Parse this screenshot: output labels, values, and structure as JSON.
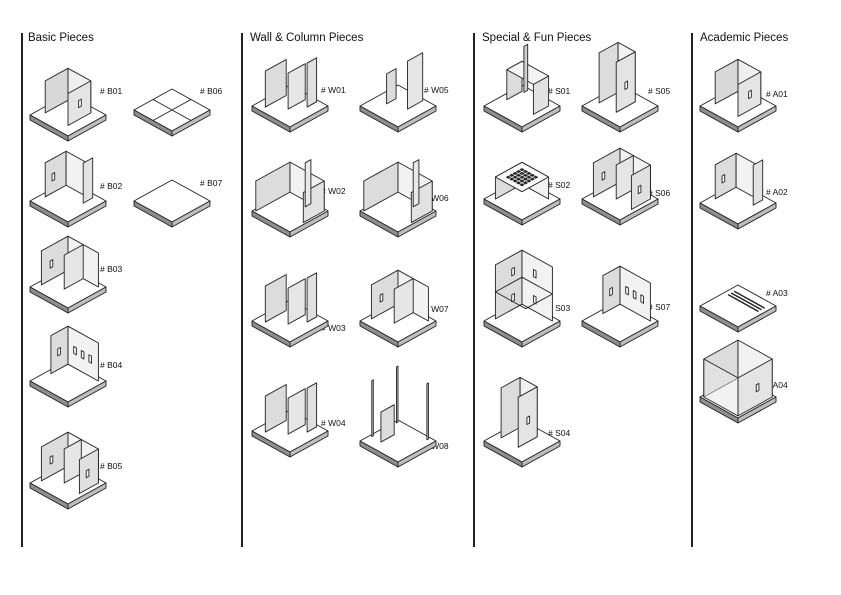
{
  "columns": [
    {
      "title": "Basic Pieces",
      "pieces": [
        "# B01",
        "# B06",
        "# B02",
        "# B07",
        "# B03",
        "# B04",
        "# B05"
      ]
    },
    {
      "title": "Wall & Column Pieces",
      "pieces": [
        "# W01",
        "# W05",
        "# W02",
        "# W06",
        "# W03",
        "# W07",
        "# W04",
        "# W08"
      ]
    },
    {
      "title": "Special & Fun Pieces",
      "pieces": [
        "# S01",
        "# S05",
        "# S02",
        "# S06",
        "# S03",
        "# S07",
        "# S04"
      ]
    },
    {
      "title": "Academic Pieces",
      "pieces": [
        "# A01",
        "# A02",
        "# A03",
        "# A04"
      ]
    }
  ]
}
